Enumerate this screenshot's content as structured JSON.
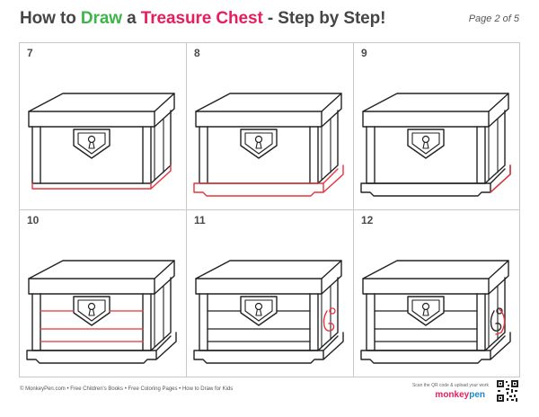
{
  "header": {
    "title_part1": "How to ",
    "title_draw": "Draw",
    "title_part2": " a ",
    "title_subject": "Treasure Chest",
    "title_part3": " - Step by Step!",
    "page_label": "Page 2 of 5"
  },
  "steps": [
    {
      "number": "7"
    },
    {
      "number": "8"
    },
    {
      "number": "9"
    },
    {
      "number": "10"
    },
    {
      "number": "11"
    },
    {
      "number": "12"
    }
  ],
  "footer": {
    "links": "© MonkeyPen.com  •  Free Children's Books  •  Free Coloring Pages  •  How to Draw for Kids",
    "scan_note": "Scan the QR code & upload your work",
    "brand_monkey": "monkey",
    "brand_pen": "pen"
  },
  "colors": {
    "draw_green": "#3db54a",
    "subject_red": "#e51e5e",
    "highlight_red": "#e8323c"
  }
}
